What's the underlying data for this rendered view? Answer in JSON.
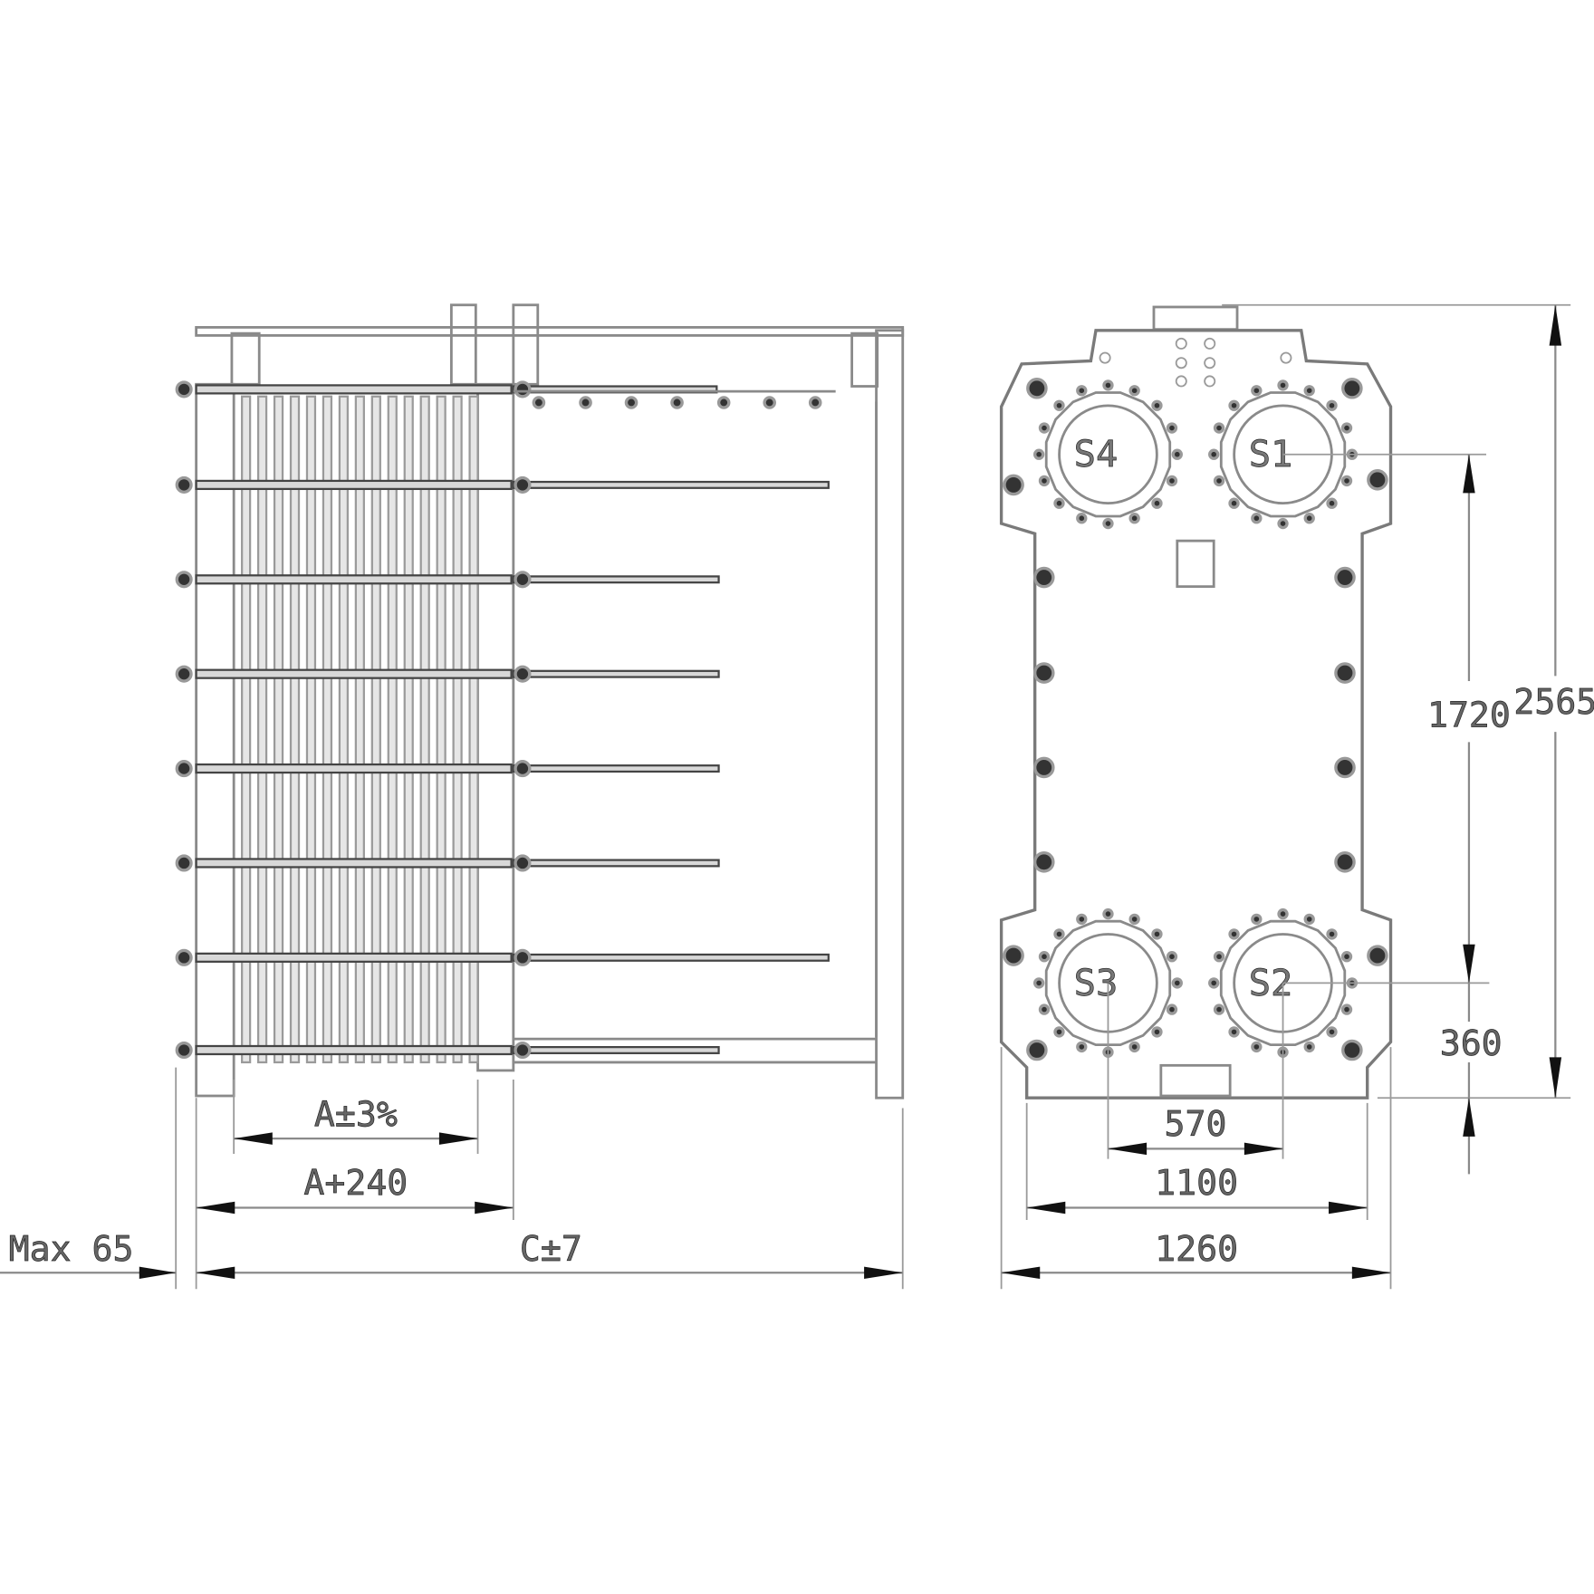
{
  "side_view": {
    "dimensions": {
      "plate_pack": "A±3%",
      "frame_inner": "A+240",
      "overall_length": "C±7",
      "overhang": "Max 65"
    },
    "tie_rod_count": 8
  },
  "front_view": {
    "ports": [
      "S1",
      "S2",
      "S3",
      "S4"
    ],
    "dimensions": {
      "port_vertical": "1720",
      "overall_height": "2565",
      "port_to_bottom": "360",
      "port_horizontal": "570",
      "bolt_span": "1100",
      "overall_width": "1260"
    }
  }
}
